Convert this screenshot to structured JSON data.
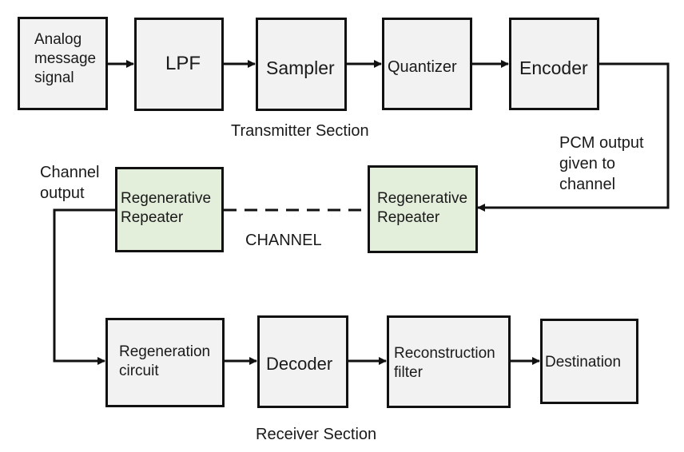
{
  "transmitter": {
    "blocks": [
      {
        "id": "analog",
        "label": "Analog\nmessage\nsignal"
      },
      {
        "id": "lpf",
        "label": "LPF"
      },
      {
        "id": "sampler",
        "label": "Sampler"
      },
      {
        "id": "quantizer",
        "label": "Quantizer"
      },
      {
        "id": "encoder",
        "label": "Encoder"
      }
    ],
    "section_label": "Transmitter Section"
  },
  "channel": {
    "left_repeater": "Regenerative\nRepeater",
    "right_repeater": "Regenerative\nRepeater",
    "channel_label": "CHANNEL",
    "pcm_label": "PCM output\ngiven to\nchannel",
    "output_label": "Channel\noutput"
  },
  "receiver": {
    "blocks": [
      {
        "id": "regeneration",
        "label": "Regeneration\ncircuit"
      },
      {
        "id": "decoder",
        "label": "Decoder"
      },
      {
        "id": "reconstruction",
        "label": "Reconstruction\nfilter"
      },
      {
        "id": "destination",
        "label": "Destination"
      }
    ],
    "section_label": "Receiver Section"
  },
  "colors": {
    "block_fill": "#f2f2f2",
    "repeater_fill": "#e3eedb",
    "stroke": "#111111"
  }
}
